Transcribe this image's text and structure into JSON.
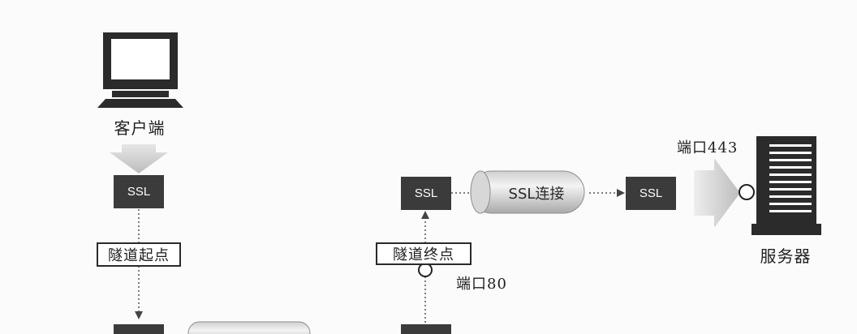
{
  "client": {
    "label": "客户端",
    "icon": "monitor-icon"
  },
  "server": {
    "label": "服务器",
    "icon": "server-icon"
  },
  "ssl_label": "SSL",
  "tunnel_start": {
    "label": "隧道起点"
  },
  "tunnel_end": {
    "label": "隧道终点"
  },
  "ssl_connection": {
    "label": "SSL连接"
  },
  "port_80": {
    "label": "端口80"
  },
  "port_443": {
    "label": "端口443"
  },
  "colors": {
    "box": "#3b3b3b",
    "arrow": "#c9c9c9",
    "line": "#444444"
  }
}
